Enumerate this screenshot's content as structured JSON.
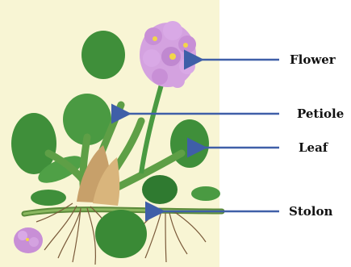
{
  "labels": {
    "flower": "Flower",
    "petiole": "Petiole",
    "leaf": "Leaf",
    "stolon": "Stolon"
  },
  "colors": {
    "background_panel": "#f8f5d4",
    "leaf_green": "#3f8f3a",
    "leaf_dark": "#246a28",
    "flower_purple": "#c88fd6",
    "arrow_blue": "#3f5fa8",
    "root_brown": "#7a5a3a"
  }
}
